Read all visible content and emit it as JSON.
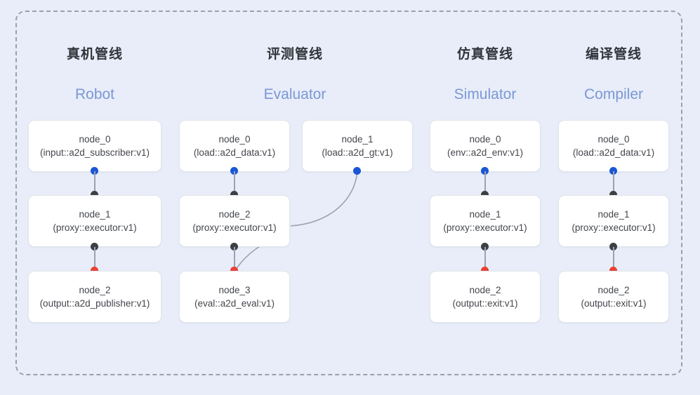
{
  "diagram": {
    "title_cn_row": "pipeline-headers",
    "background_color": "#e8edf9",
    "frame_border_color": "#9aa0ac",
    "colors": {
      "input_port": "#1a56d6",
      "mid_port": "#3c4043",
      "output_port": "#ea4335",
      "edge": "#9aa3b2",
      "english_label": "#7b97d4",
      "chinese_label": "#31343a"
    }
  },
  "columns": [
    {
      "id": "robot",
      "title_cn": "真机管线",
      "title_en": "Robot",
      "nodes": [
        {
          "name": "node_0",
          "kind": "(input::a2d_subscriber:v1)"
        },
        {
          "name": "node_1",
          "kind": "(proxy::executor:v1)"
        },
        {
          "name": "node_2",
          "kind": "(output::a2d_publisher:v1)"
        }
      ]
    },
    {
      "id": "evaluator",
      "title_cn": "评测管线",
      "title_en": "Evaluator",
      "nodes": [
        {
          "name": "node_0",
          "kind": "(load::a2d_data:v1)"
        },
        {
          "name": "node_2",
          "kind": "(proxy::executor:v1)"
        },
        {
          "name": "node_3",
          "kind": "(eval::a2d_eval:v1)"
        }
      ],
      "side_nodes": [
        {
          "name": "node_1",
          "kind": "(load::a2d_gt:v1)"
        }
      ]
    },
    {
      "id": "simulator",
      "title_cn": "仿真管线",
      "title_en": "Simulator",
      "nodes": [
        {
          "name": "node_0",
          "kind": "(env::a2d_env:v1)"
        },
        {
          "name": "node_1",
          "kind": "(proxy::executor:v1)"
        },
        {
          "name": "node_2",
          "kind": "(output::exit:v1)"
        }
      ]
    },
    {
      "id": "compiler",
      "title_cn": "编译管线",
      "title_en": "Compiler",
      "nodes": [
        {
          "name": "node_0",
          "kind": "(load::a2d_data:v1)"
        },
        {
          "name": "node_1",
          "kind": "(proxy::executor:v1)"
        },
        {
          "name": "node_2",
          "kind": "(output::exit:v1)"
        }
      ]
    }
  ]
}
